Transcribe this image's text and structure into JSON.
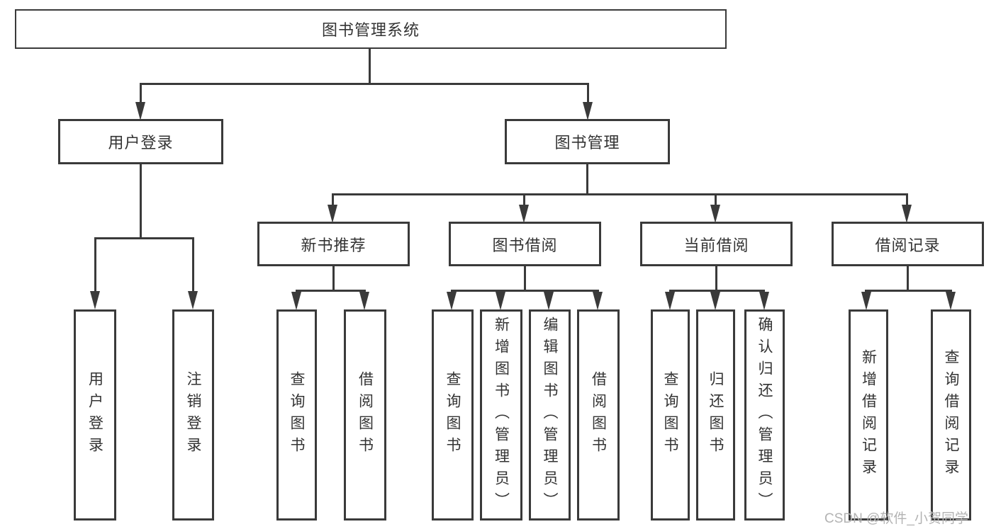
{
  "diagram_title": "图书管理系统",
  "tree": {
    "label": "图书管理系统",
    "children": [
      {
        "label": "用户登录",
        "children": [
          {
            "label": "用户登录"
          },
          {
            "label": "注销登录"
          }
        ]
      },
      {
        "label": "图书管理",
        "children": [
          {
            "label": "新书推荐",
            "children": [
              {
                "label": "查询图书"
              },
              {
                "label": "借阅图书"
              }
            ]
          },
          {
            "label": "图书借阅",
            "children": [
              {
                "label": "查询图书"
              },
              {
                "label": "新增图书（管理员）"
              },
              {
                "label": "编辑图书（管理员）"
              },
              {
                "label": "借阅图书"
              }
            ]
          },
          {
            "label": "当前借阅",
            "children": [
              {
                "label": "查询图书"
              },
              {
                "label": "归还图书"
              },
              {
                "label": "确认归还（管理员）"
              }
            ]
          },
          {
            "label": "借阅记录",
            "children": [
              {
                "label": "新增借阅记录"
              },
              {
                "label": "查询借阅记录"
              }
            ]
          }
        ]
      }
    ]
  },
  "watermark": {
    "text": "CSDN @软件_小贺同学"
  },
  "colors": {
    "line": "#3a3a3a",
    "text": "#333333",
    "watermark": "#b3b3b3",
    "bg": "#ffffff"
  }
}
